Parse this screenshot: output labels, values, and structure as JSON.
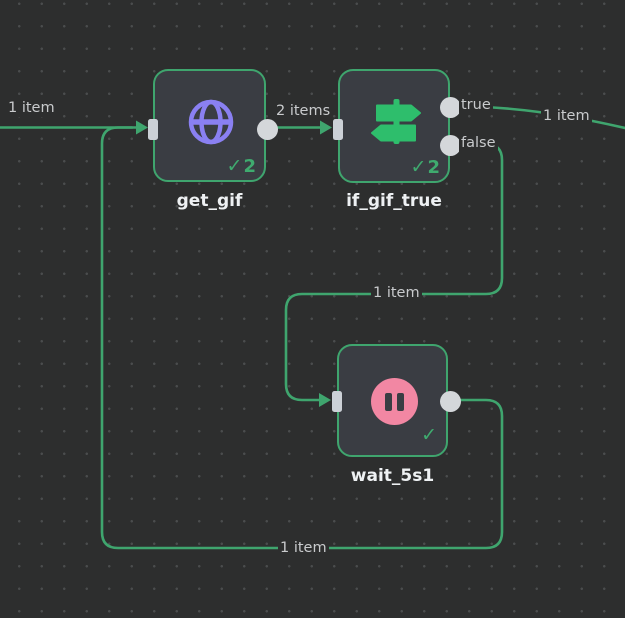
{
  "app": {
    "name": "workflow-editor-canvas"
  },
  "colors": {
    "canvas_bg": "#2d2e2e",
    "node_bg": "#3a3d43",
    "edge_green": "#3fa56e",
    "node_border_green": "#3fa56e",
    "check_green": "#3fab6f",
    "icon_purple": "#8a80f2",
    "icon_green": "#2ebe6c",
    "icon_pink": "#f287a3",
    "port_gray": "#ccd1d7",
    "edge_label_gray": "#c9cbcd",
    "node_label_white": "#eef1f3"
  },
  "nodes": [
    {
      "name": "get_gif",
      "icon": "globe-icon",
      "status_check": "✓",
      "status_count": "2"
    },
    {
      "name": "if_gif_true",
      "icon": "signpost-icon",
      "status_check": "✓",
      "status_count": "2"
    },
    {
      "name": "wait_5s1",
      "icon": "pause-icon",
      "status_check": "✓",
      "status_count": ""
    }
  ],
  "ports": {
    "true_label": "true",
    "false_label": "false"
  },
  "edge_labels": {
    "incoming": "1 item",
    "get_gif_to_if": "2 items",
    "true_output": "1 item",
    "false_to_wait": "1 item",
    "loop": "1 item"
  }
}
